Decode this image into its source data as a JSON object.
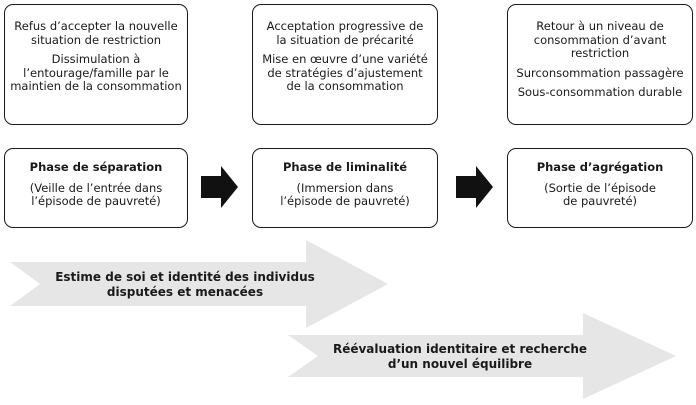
{
  "top_boxes": [
    {
      "paragraphs": [
        "Refus d’accepter la nouvelle\nsituation de restriction",
        "Dissimulation à\nl’entourage/famille par le\nmaintien de la consommation"
      ]
    },
    {
      "paragraphs": [
        "Acceptation progressive de\nla situation de précarité",
        "Mise en œuvre d’une variété\nde stratégies d’ajustement\nde la consommation"
      ]
    },
    {
      "paragraphs": [
        "Retour à un niveau de\nconsommation d’avant\nrestriction",
        "Surconsommation passagère",
        "Sous-consommation durable"
      ]
    }
  ],
  "phases": [
    {
      "title": "Phase de séparation",
      "subtitle": "(Veille de l’entrée dans\nl’épisode de pauvreté)"
    },
    {
      "title": "Phase de liminalité",
      "subtitle": "(Immersion dans\nl’épisode de pauvreté)"
    },
    {
      "title": "Phase d’agrégation",
      "subtitle": "(Sortie de l’épisode\nde pauvreté)"
    }
  ],
  "bands": [
    {
      "text": "Estime de soi et identité des individus\ndisputées et menacées"
    },
    {
      "text": "Réévaluation identitaire et recherche\nd’un nouvel équilibre"
    }
  ],
  "colors": {
    "band_fill": "#e6e6e6",
    "border": "#1a1a1a",
    "arrow_fill": "#111111"
  }
}
